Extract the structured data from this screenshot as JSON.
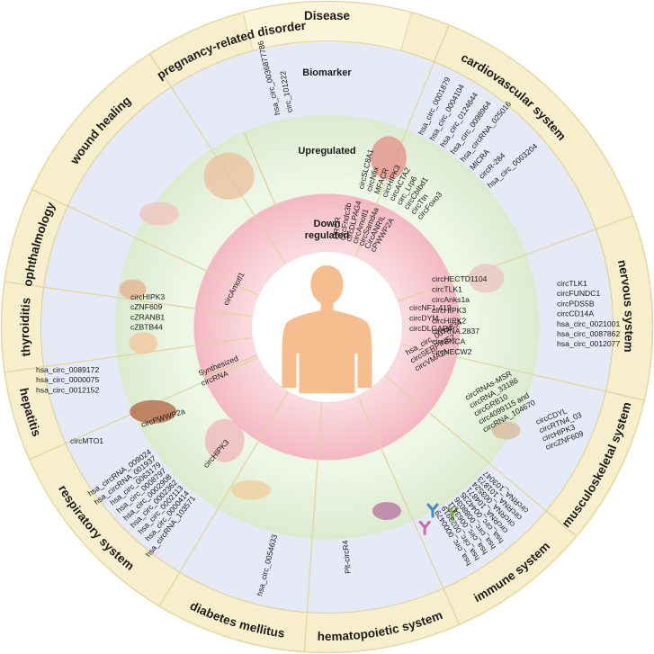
{
  "center_labels": {
    "disease": "Disease",
    "biomarker": "Biomarker",
    "upregulated": "Upregulated",
    "down_regulated": [
      "Down",
      "regulated"
    ],
    "synthesized": [
      "Synthesized",
      "circRNA"
    ]
  },
  "colors": {
    "outer_ring": "#f7efcc",
    "outer_ring_stroke": "#e6d7a0",
    "biomarker_ring": "#e6eaf7",
    "upregulated_ring": "#e8f2df",
    "down_ring": "#f8cfd6",
    "center": "#ffffff",
    "divider": "#d9c98a",
    "human_figure": "#f6bd8e"
  },
  "sectors": [
    {
      "id": "cardiovascular",
      "label": "cardiovascular system",
      "biomarker": [
        "hsa_circ_0001879",
        "hsa_circ_0004104",
        "hsa_circ_0124644",
        "hsa_circ_0098964",
        "hsa_circRNA_025016",
        "MICRA",
        "circR-284",
        "hsa_circ_0003204"
      ],
      "upregulated": [
        "circSLC8A1",
        "circNfix",
        "MFACR",
        "circHIPK3",
        "circACTA2",
        "circ_Lrp6",
        "circCbIbd1",
        "circTtn",
        "circFoxo3"
      ],
      "down": [
        "HRCR",
        "circFndc3b",
        "circDLPAG4",
        "circAmotl1",
        "circSamd4a",
        "CircANRIL",
        "cPWWP2A"
      ]
    },
    {
      "id": "nervous",
      "label": "nervous system",
      "biomarker": [
        "circTLK1",
        "circFUNDC1",
        "circPDS5B",
        "circCD14A",
        "hsa_circ_0021001",
        "hsa_circ_0087862",
        "hsa_circ_0012077"
      ],
      "upregulated": [
        "circHECTD1104",
        "circTLK1",
        "circAnks1a",
        "circHIPK3",
        "circHIPK2",
        "circRNA.2837",
        "circSNCA",
        "circHECW2"
      ],
      "down": [
        "circNF1-419",
        "circDYM",
        "circDLGAP4"
      ]
    },
    {
      "id": "musculoskeletal",
      "label": "musculoskeletal system",
      "biomarker": [
        "circCDYL",
        "circRTN4_03",
        "circHIPK3",
        "circZNF609"
      ],
      "upregulated": [
        "circRNAs-MSR",
        "circRNA_33186",
        "circGRB10",
        "circ4099115 and",
        "circRNA_104670"
      ],
      "down": [
        "hsa_circ_0074834",
        "circSERPINE2",
        "circVMA21"
      ]
    },
    {
      "id": "immune",
      "label": "immune system",
      "biomarker": [
        "hsa_circ_0000479",
        "hsa_circ_0023919",
        "hsa_circ_0063411",
        "hsa_circ_0088036",
        "hsa_circ_0044235",
        "circRNA_104871",
        "circRNA_003524",
        "circRNA_101873",
        "circRNA_103047"
      ],
      "upregulated": [],
      "down": []
    },
    {
      "id": "hematopoietic",
      "label": "hematopoietic system",
      "biomarker": [
        "Plt-circR4"
      ],
      "upregulated": [],
      "down": []
    },
    {
      "id": "diabetes",
      "label": "diabetes mellitus",
      "biomarker": [
        "hsa_circ_0054633"
      ],
      "upregulated": [],
      "down": []
    },
    {
      "id": "respiratory",
      "label": "respiratory system",
      "biomarker": [
        "hsa_circRNA_103571",
        "hsa_circ_0000414",
        "hsa_circ_0002113",
        "hsa_circ_0002362",
        "hsa_circ_0002908",
        "hsa_circ_0008797",
        "hsa_circ_0063179",
        "hsa_circRNA_001937",
        "hsa_circRNA_009024"
      ],
      "upregulated": [
        "circHIPK3"
      ],
      "down": []
    },
    {
      "id": "hepatitis",
      "label": "hepatitis",
      "biomarker": [
        "circMTO1"
      ],
      "upregulated": [
        "circPWWP2a"
      ],
      "down": []
    },
    {
      "id": "thyroiditis",
      "label": "thyroiditis",
      "biomarker": [
        "hsa_circ_0089172",
        "hsa_circ_0000075",
        "hsa_circ_0012152"
      ],
      "upregulated": [],
      "down": []
    },
    {
      "id": "ophthalmology",
      "label": "ophthalmology",
      "biomarker": [],
      "upregulated": [
        "circHIPK3",
        "cZNF609",
        "cZRANB1",
        "cZBTB44"
      ],
      "down": []
    },
    {
      "id": "wound",
      "label": "wound healing",
      "biomarker": [],
      "upregulated": [],
      "down": [
        "circAmotl1"
      ]
    },
    {
      "id": "pregnancy",
      "label": "pregnancy-related disorder",
      "biomarker": [
        "hsa_circ_0036877786",
        "circ_101222"
      ],
      "upregulated": [],
      "down": []
    }
  ]
}
